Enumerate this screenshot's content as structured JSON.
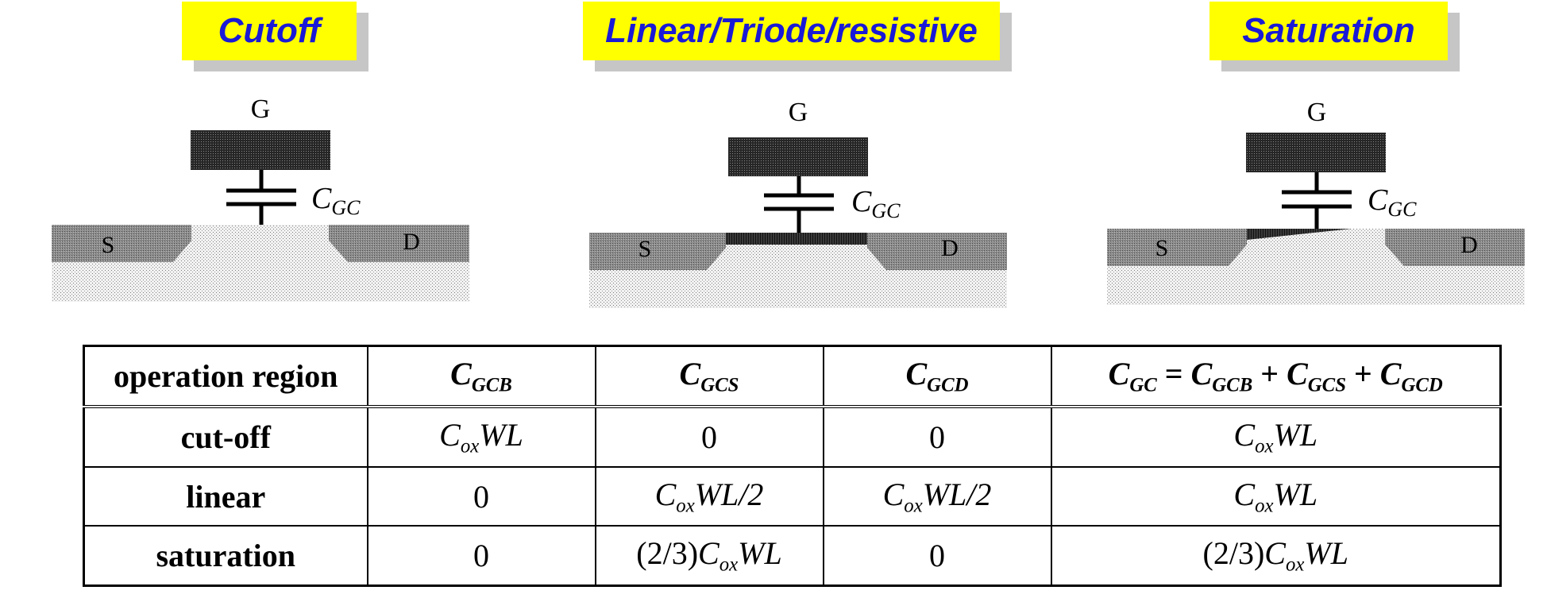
{
  "titles": {
    "cutoff": "Cutoff",
    "linear": "Linear/Triode/resistive",
    "saturation": "Saturation"
  },
  "devices": [
    {
      "id": "cutoff",
      "gate": "G",
      "source": "S",
      "drain": "D",
      "cap_main": "C",
      "cap_sub": "GC",
      "channel": "none"
    },
    {
      "id": "linear",
      "gate": "G",
      "source": "S",
      "drain": "D",
      "cap_main": "C",
      "cap_sub": "GC",
      "channel": "full"
    },
    {
      "id": "saturation",
      "gate": "G",
      "source": "S",
      "drain": "D",
      "cap_main": "C",
      "cap_sub": "GC",
      "channel": "pinched"
    }
  ],
  "table": {
    "header": {
      "region": "operation region",
      "cgcb": {
        "main": "C",
        "sub": "GCB"
      },
      "cgcs": {
        "main": "C",
        "sub": "GCS"
      },
      "cgcd": {
        "main": "C",
        "sub": "GCD"
      },
      "total": {
        "lhs_main": "C",
        "lhs_sub": "GC",
        "eq": "=",
        "t1_main": "C",
        "t1_sub": "GCB",
        "plus1": "+",
        "t2_main": "C",
        "t2_sub": "GCS",
        "plus2": "+",
        "t3_main": "C",
        "t3_sub": "GCD"
      }
    },
    "rows": [
      {
        "region": "cut-off",
        "cgcb": {
          "pre": "",
          "main": "C",
          "sub": "ox",
          "post": "WL"
        },
        "cgcs": {
          "text": "0"
        },
        "cgcd": {
          "text": "0"
        },
        "total": {
          "pre": "",
          "main": "C",
          "sub": "ox",
          "post": "WL"
        }
      },
      {
        "region": "linear",
        "cgcb": {
          "text": "0"
        },
        "cgcs": {
          "pre": "",
          "main": "C",
          "sub": "ox",
          "post": "WL/2"
        },
        "cgcd": {
          "pre": "",
          "main": "C",
          "sub": "ox",
          "post": "WL/2"
        },
        "total": {
          "pre": "",
          "main": "C",
          "sub": "ox",
          "post": "WL"
        }
      },
      {
        "region": "saturation",
        "cgcb": {
          "text": "0"
        },
        "cgcs": {
          "pre": "(2/3)",
          "main": "C",
          "sub": "ox",
          "post": "WL"
        },
        "cgcd": {
          "text": "0"
        },
        "total": {
          "pre": "(2/3)",
          "main": "C",
          "sub": "ox",
          "post": "WL"
        }
      }
    ]
  },
  "colors": {
    "title_bg": "#ffff00",
    "title_text": "#1a1ad6",
    "title_shadow": "#c6c6c6"
  }
}
